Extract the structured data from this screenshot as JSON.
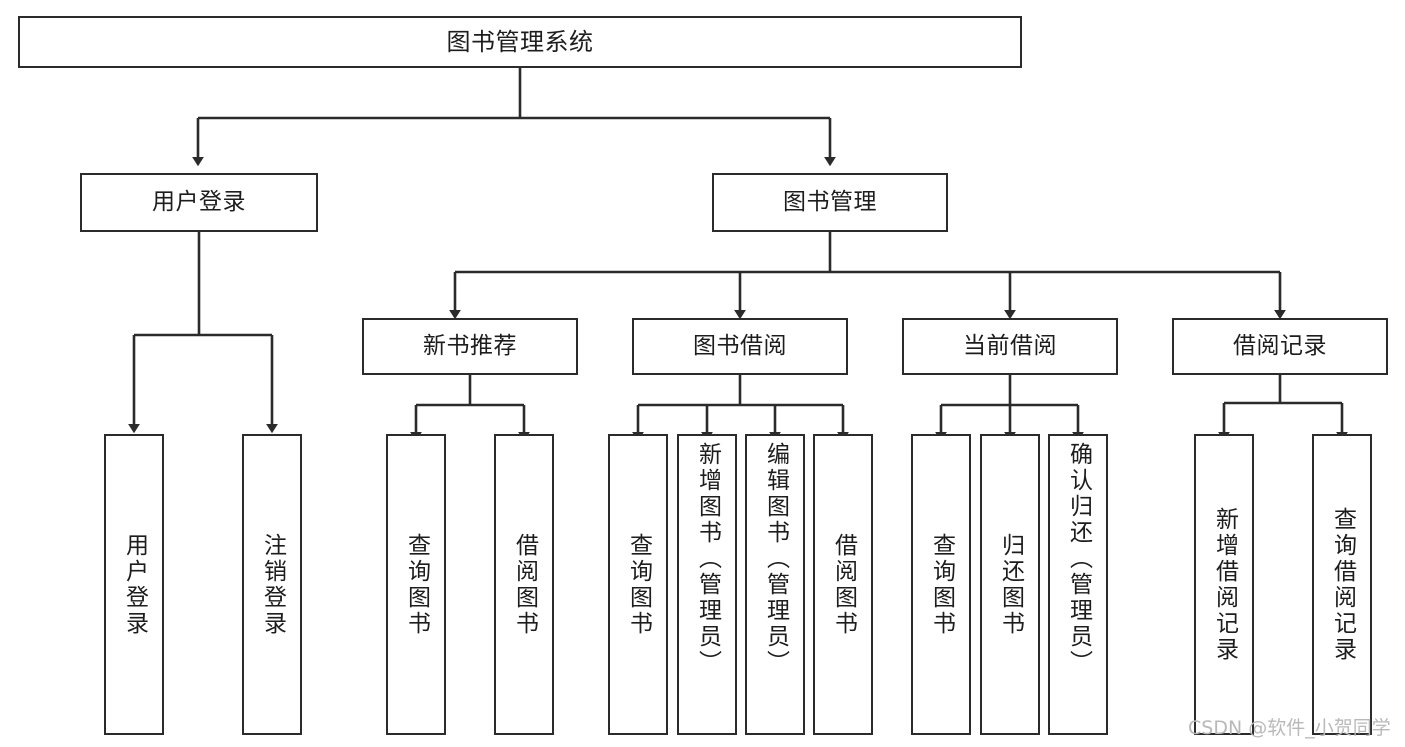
{
  "diagram": {
    "type": "tree",
    "title": "图书管理系统",
    "root": {
      "id": "root",
      "label": "图书管理系统"
    },
    "level2": [
      {
        "id": "user-login",
        "label": "用户登录"
      },
      {
        "id": "book-management",
        "label": "图书管理"
      }
    ],
    "level3": [
      {
        "id": "new-book-recommend",
        "label": "新书推荐",
        "parent": "book-management"
      },
      {
        "id": "book-borrow",
        "label": "图书借阅",
        "parent": "book-management"
      },
      {
        "id": "current-borrow",
        "label": "当前借阅",
        "parent": "book-management"
      },
      {
        "id": "borrow-record",
        "label": "借阅记录",
        "parent": "book-management"
      }
    ],
    "leaves": [
      {
        "id": "leaf-user-login",
        "label": "用户登录",
        "parent": "user-login"
      },
      {
        "id": "leaf-logout",
        "label": "注销登录",
        "parent": "user-login"
      },
      {
        "id": "leaf-query-book-1",
        "label": "查询图书",
        "parent": "new-book-recommend"
      },
      {
        "id": "leaf-borrow-book-1",
        "label": "借阅图书",
        "parent": "new-book-recommend"
      },
      {
        "id": "leaf-query-book-2",
        "label": "查询图书",
        "parent": "book-borrow"
      },
      {
        "id": "leaf-add-book",
        "label": "新增图书（管理员）",
        "parent": "book-borrow"
      },
      {
        "id": "leaf-edit-book",
        "label": "编辑图书（管理员）",
        "parent": "book-borrow"
      },
      {
        "id": "leaf-borrow-book-2",
        "label": "借阅图书",
        "parent": "book-borrow"
      },
      {
        "id": "leaf-query-book-3",
        "label": "查询图书",
        "parent": "current-borrow"
      },
      {
        "id": "leaf-return-book",
        "label": "归还图书",
        "parent": "current-borrow"
      },
      {
        "id": "leaf-confirm-return",
        "label": "确认归还（管理员）",
        "parent": "current-borrow"
      },
      {
        "id": "leaf-add-record",
        "label": "新增借阅记录",
        "parent": "borrow-record"
      },
      {
        "id": "leaf-query-record",
        "label": "查询借阅记录",
        "parent": "borrow-record"
      }
    ],
    "colors": {
      "box_border": "#2b2b2b",
      "box_fill": "#ffffff",
      "connector": "#2b2b2b",
      "text": "#1d1d1d",
      "background": "#ffffff",
      "watermark": "#b9b9b9"
    }
  },
  "watermark": {
    "text": "CSDN @软件_小贺同学"
  }
}
